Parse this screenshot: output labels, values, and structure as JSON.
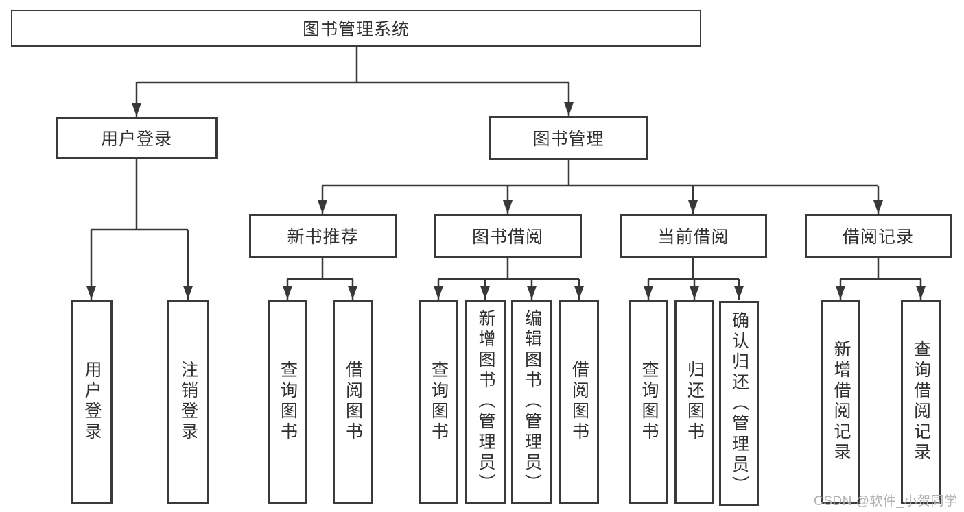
{
  "diagram": {
    "type": "hierarchy-tree",
    "levels": 4,
    "colors": {
      "line": "#383838",
      "border": "#3a3a3a",
      "text": "#303030",
      "background": "#ffffff",
      "watermark": "#b0b0b0"
    }
  },
  "nodes": {
    "root": {
      "label": "图书管理系统"
    },
    "user_login": {
      "label": "用户登录"
    },
    "book_management": {
      "label": "图书管理"
    },
    "new_book_recommend": {
      "label": "新书推荐"
    },
    "book_borrow": {
      "label": "图书借阅"
    },
    "current_borrow": {
      "label": "当前借阅"
    },
    "borrow_record": {
      "label": "借阅记录"
    },
    "leaf_user_login": {
      "label": "用户登录"
    },
    "leaf_logout": {
      "label": "注销登录"
    },
    "leaf_recommend_query_book": {
      "label": "查询图书"
    },
    "leaf_recommend_borrow_book": {
      "label": "借阅图书"
    },
    "leaf_borrow_query_book": {
      "label": "查询图书"
    },
    "leaf_borrow_add_book": {
      "label": "新增图书（管理员）"
    },
    "leaf_borrow_edit_book": {
      "label": "编辑图书（管理员）"
    },
    "leaf_borrow_borrow_book": {
      "label": "借阅图书"
    },
    "leaf_current_query_book": {
      "label": "查询图书"
    },
    "leaf_current_return_book": {
      "label": "归还图书"
    },
    "leaf_current_confirm_return": {
      "label": "确认归还（管理员）"
    },
    "leaf_record_add": {
      "label": "新增借阅记录"
    },
    "leaf_record_query": {
      "label": "查询借阅记录"
    }
  },
  "watermark": "CSDN @软件_小贺同学"
}
